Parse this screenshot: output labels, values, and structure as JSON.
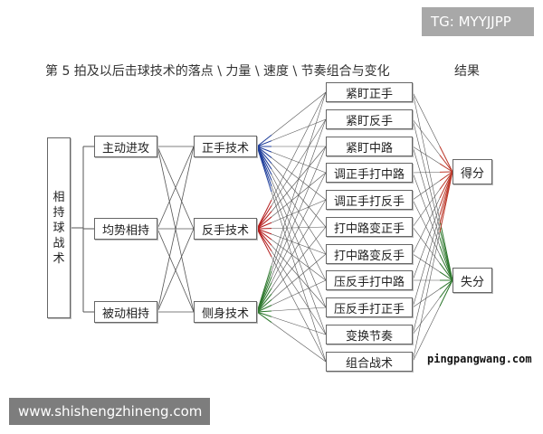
{
  "overlay": {
    "tg": "TG: MYYJJPP",
    "site": "www.shishengzhineng.com",
    "watermark": "pingpangwang.com"
  },
  "diagram": {
    "title": "第 5 拍及以后击球技术的落点 \\ 力量 \\ 速度 \\ 节奏组合与变化",
    "result_heading": "结果",
    "root": [
      "相",
      "持",
      "球",
      "战",
      "术"
    ],
    "states": [
      "主动进攻",
      "均势相持",
      "被动相持"
    ],
    "techniques": [
      "正手技术",
      "反手技术",
      "侧身技术"
    ],
    "tactics": [
      "紧盯正手",
      "紧盯反手",
      "紧盯中路",
      "调正手打中路",
      "调正手打反手",
      "打中路变正手",
      "打中路变反手",
      "压反手打中路",
      "压反手打正手",
      "变换节奏",
      "组合战术"
    ],
    "results": [
      "得分",
      "失分"
    ],
    "colors": {
      "line": "#555555",
      "forehand_fan": "#1f3f9e",
      "backhand_fan": "#b81e1e",
      "sidestep_fan": "#2e7a2e",
      "score_fan": "#c0392b",
      "lose_fan": "#2e7a2e"
    }
  }
}
